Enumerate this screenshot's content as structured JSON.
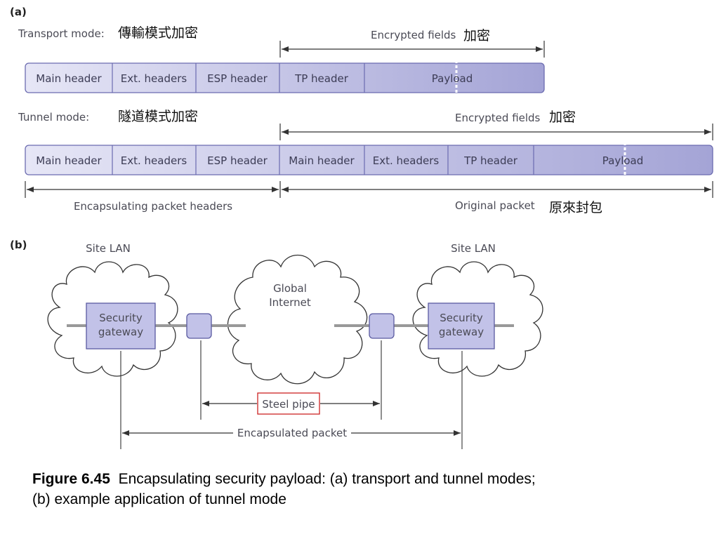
{
  "section_a": {
    "label": "(a)",
    "transport": {
      "mode_label": "Transport mode:",
      "chinese_label": "傳輸模式加密",
      "encrypted_label": "Encrypted fields",
      "encrypted_chinese": "加密",
      "segments": [
        "Main header",
        "Ext. headers",
        "ESP header",
        "TP header",
        "Payload"
      ]
    },
    "tunnel": {
      "mode_label": "Tunnel mode:",
      "chinese_label": "隧道模式加密",
      "encrypted_label": "Encrypted fields",
      "encrypted_chinese": "加密",
      "segments": [
        "Main header",
        "Ext. headers",
        "ESP header",
        "Main header",
        "Ext. headers",
        "TP header",
        "Payload"
      ]
    },
    "encapsulating_label": "Encapsulating packet headers",
    "original_label": "Original packet",
    "original_chinese": "原來封包"
  },
  "section_b": {
    "label": "(b)",
    "site_lan_left": "Site LAN",
    "site_lan_right": "Site LAN",
    "internet_line1": "Global",
    "internet_line2": "Internet",
    "gateway_left_line1": "Security",
    "gateway_left_line2": "gateway",
    "gateway_right_line1": "Security",
    "gateway_right_line2": "gateway",
    "steel_pipe": "Steel pipe",
    "encapsulated_packet": "Encapsulated packet"
  },
  "caption": {
    "figure_label": "Figure 6.45",
    "line1": "Encapsulating security payload: (a) transport and tunnel modes;",
    "line2": "(b) example application of tunnel mode"
  },
  "colors": {
    "bar_fill_start": "#e6e6f6",
    "bar_fill_end": "#a4a4d6",
    "bar_stroke": "#6b6bb0",
    "gateway_fill": "#c2c2e8",
    "steel_pipe_border": "#cc2222"
  }
}
